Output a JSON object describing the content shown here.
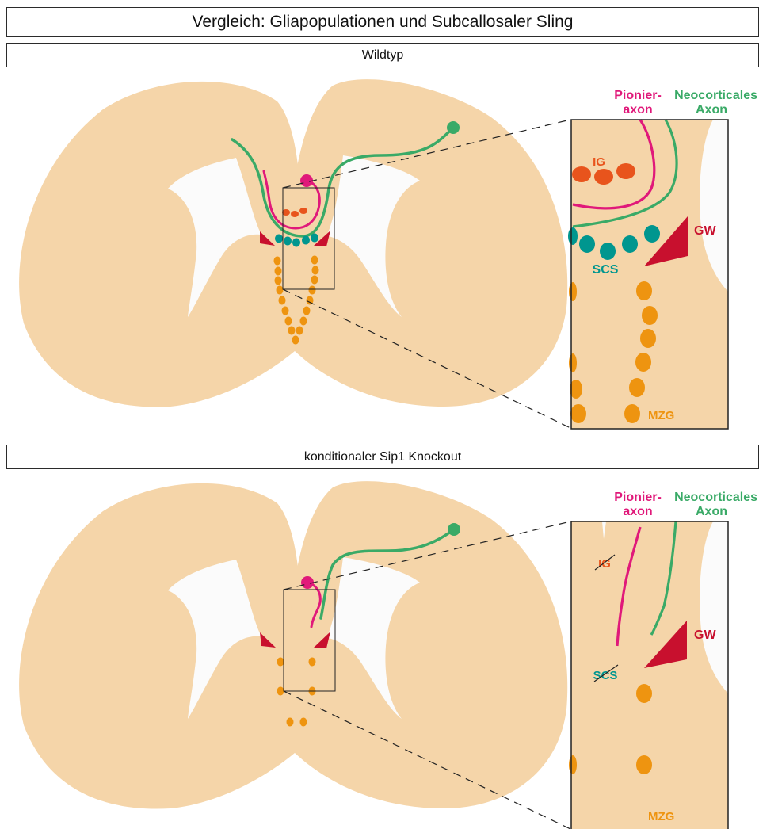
{
  "title": "Vergleich: Gliapopulationen und Subcallosaler Sling",
  "panels": [
    {
      "heading": "Wildtyp",
      "labels": {
        "pioneer_line1": "Pionier-",
        "pioneer_line2": "axon",
        "neo_line1": "Neocorticales",
        "neo_line2": "Axon",
        "ig": "IG",
        "scs": "SCS",
        "gw": "GW",
        "mzg": "MZG"
      }
    },
    {
      "heading": "konditionaler Sip1 Knockout",
      "labels": {
        "pioneer_line1": "Pionier-",
        "pioneer_line2": "axon",
        "neo_line1": "Neocorticales",
        "neo_line2": "Axon",
        "ig": "IG",
        "scs": "SCS",
        "gw": "GW",
        "mzg": "MZG"
      }
    }
  ],
  "colors": {
    "tissue": "#f5d5a9",
    "ventricle": "#fbfbfb",
    "pioneer_axon": "#e0197a",
    "neocortical_axon": "#3aaa67",
    "ig": "#e8541c",
    "scs": "#00968f",
    "gw": "#c8102e",
    "mzg": "#ee9410"
  }
}
